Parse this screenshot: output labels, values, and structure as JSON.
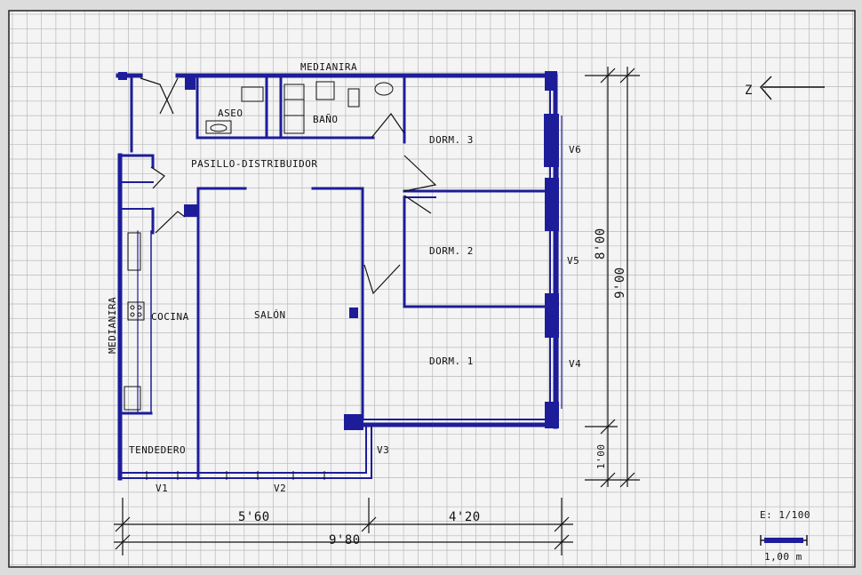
{
  "colors": {
    "wall": "#1d1d9a",
    "ink": "#111111",
    "grid": "#b9b9b9",
    "paper": "#f4f4f4"
  },
  "labels": {
    "medianera_top": "MEDIANIRA",
    "medianera_left": "MEDIANIRA",
    "aseo": "ASEO",
    "bano": "BAÑO",
    "pasillo": "PASILLO-DISTRIBUIDOR",
    "dorm3": "DORM. 3",
    "dorm2": "DORM. 2",
    "dorm1": "DORM. 1",
    "cocina": "COCINA",
    "salon": "SALÓN",
    "tendedero": "TENDEDERO",
    "v1": "V1",
    "v2": "V2",
    "v3": "V3",
    "v4": "V4",
    "v5": "V5",
    "v6": "V6",
    "north": "Z",
    "scale": "E: 1/100",
    "scale_bar": "1,00 m"
  },
  "dimensions": {
    "h_left": "5'60",
    "h_right": "4'20",
    "h_total": "9'80",
    "v_right_inner": "8'00",
    "v_right_outer": "9'00",
    "v_right_small": "1'00"
  }
}
